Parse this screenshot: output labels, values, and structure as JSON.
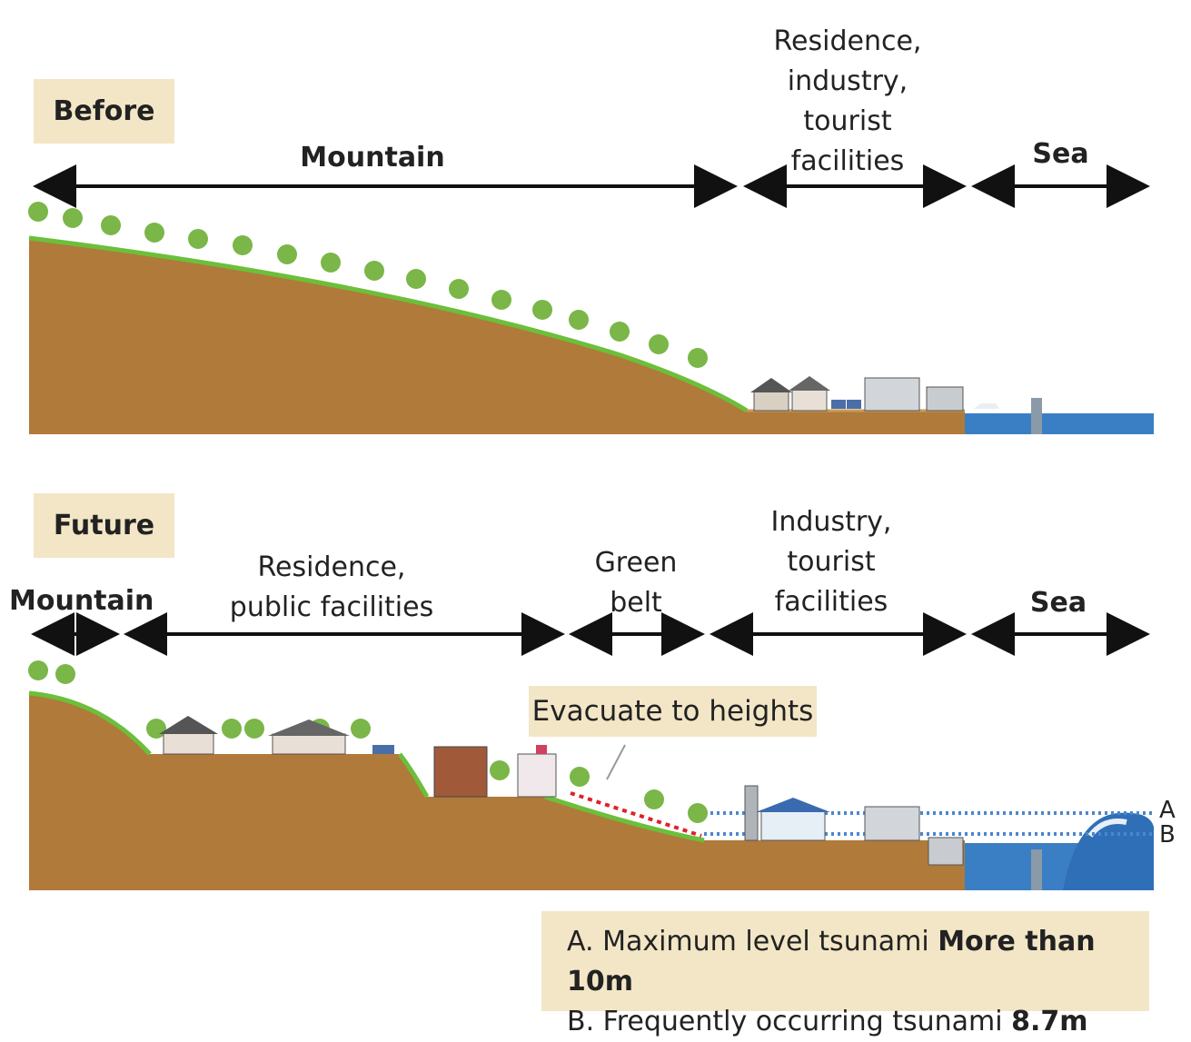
{
  "before": {
    "tag": "Before",
    "zones": [
      {
        "label": "Mountain"
      },
      {
        "label": "Residence,\nindustry,\ntourist\nfacilities"
      },
      {
        "label": "Sea"
      }
    ]
  },
  "future": {
    "tag": "Future",
    "zones": [
      {
        "label": "Mountain"
      },
      {
        "label": "Residence,\npublic facilities"
      },
      {
        "label": "Green\nbelt"
      },
      {
        "label": "Industry,\ntourist\nfacilities"
      },
      {
        "label": "Sea"
      }
    ],
    "evacuate": "Evacuate to heights",
    "level_a": "A",
    "level_b": "B"
  },
  "notes": {
    "a_prefix": "A. Maximum level tsunami ",
    "a_value": "More than 10m",
    "b_prefix": "B. Frequently occurring tsunami ",
    "b_value": "8.7m"
  },
  "colors": {
    "soil": "#b07a3a",
    "grass": "#6cbf3a",
    "sea": "#3a7fc4",
    "tag_bg": "#f2e6c6",
    "tsunami_line": "#4a86d0",
    "evac_line": "#e0202a"
  }
}
